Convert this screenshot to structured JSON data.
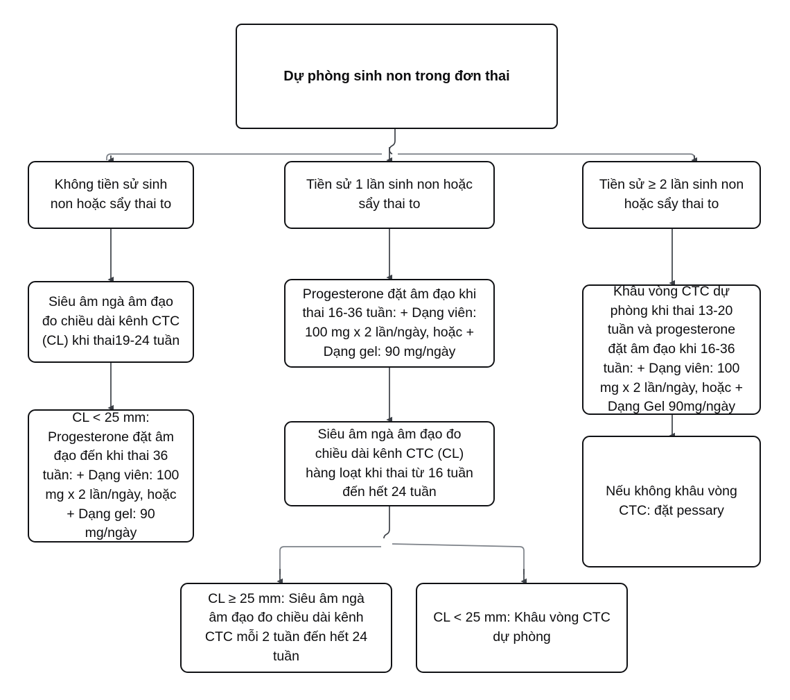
{
  "diagram": {
    "title_node": {
      "text": "Dự phòng sinh non trong đơn thai"
    },
    "branches": [
      {
        "id": "left",
        "nodes": [
          {
            "name": "no-history",
            "text": "Không tiền sử sinh\nnon hoặc sẩy thai to"
          },
          {
            "name": "ultrasound-19-24",
            "text": "Siêu âm ngà âm đạo\nđo chiều dài kênh CTC\n(CL) khi thai19-24 tuần"
          },
          {
            "name": "cl-lt-25-progesterone",
            "text": "CL < 25 mm:\nProgesterone đặt âm\nđạo đến khi thai 36\ntuần: + Dạng viên: 100\nmg x 2 lần/ngày, hoặc\n+ Dạng gel: 90\nmg/ngày"
          }
        ]
      },
      {
        "id": "middle",
        "nodes": [
          {
            "name": "history-1-preterm",
            "text": "Tiền sử 1 lần sinh non hoặc\nsẩy thai to"
          },
          {
            "name": "progesterone-16-36",
            "text": "Progesterone đặt âm đạo khi\nthai 16-36 tuần: + Dạng viên:\n100 mg x 2 lần/ngày, hoặc +\nDạng gel: 90 mg/ngày"
          },
          {
            "name": "serial-ultrasound-16-24",
            "text": "Siêu âm ngà âm đạo đo\nchiều dài kênh CTC (CL)\nhàng loạt khi thai từ 16 tuần\nđến hết 24 tuần"
          }
        ],
        "leaves": [
          {
            "name": "cl-ge-25-repeat-ultrasound",
            "text": "CL ≥ 25 mm: Siêu âm ngà\nâm đạo đo chiều dài kênh\nCTC mỗi 2 tuần đến hết 24\ntuần"
          },
          {
            "name": "cl-lt-25-cerclage",
            "text": "CL < 25 mm: Khâu vòng CTC\ndự phòng"
          }
        ]
      },
      {
        "id": "right",
        "nodes": [
          {
            "name": "history-ge-2-preterm",
            "text": "Tiền sử ≥ 2 lần sinh non\nhoặc sẩy thai to"
          },
          {
            "name": "cerclage-13-20-progesterone",
            "text": "Khâu vòng CTC dự\nphòng khi thai 13-20\ntuần và progesterone\nđặt âm đạo khi 16-36\ntuần: + Dạng viên: 100\nmg x 2 lần/ngày, hoặc +\nDạng Gel 90mg/ngày"
          },
          {
            "name": "pessary-if-no-cerclage",
            "text": "Nếu không khâu vòng\nCTC: đặt pessary"
          }
        ]
      }
    ],
    "colors": {
      "box_border": "#101114",
      "connector": "#3b3f46",
      "background": "#ffffff",
      "text": "#0d0d0f"
    }
  }
}
